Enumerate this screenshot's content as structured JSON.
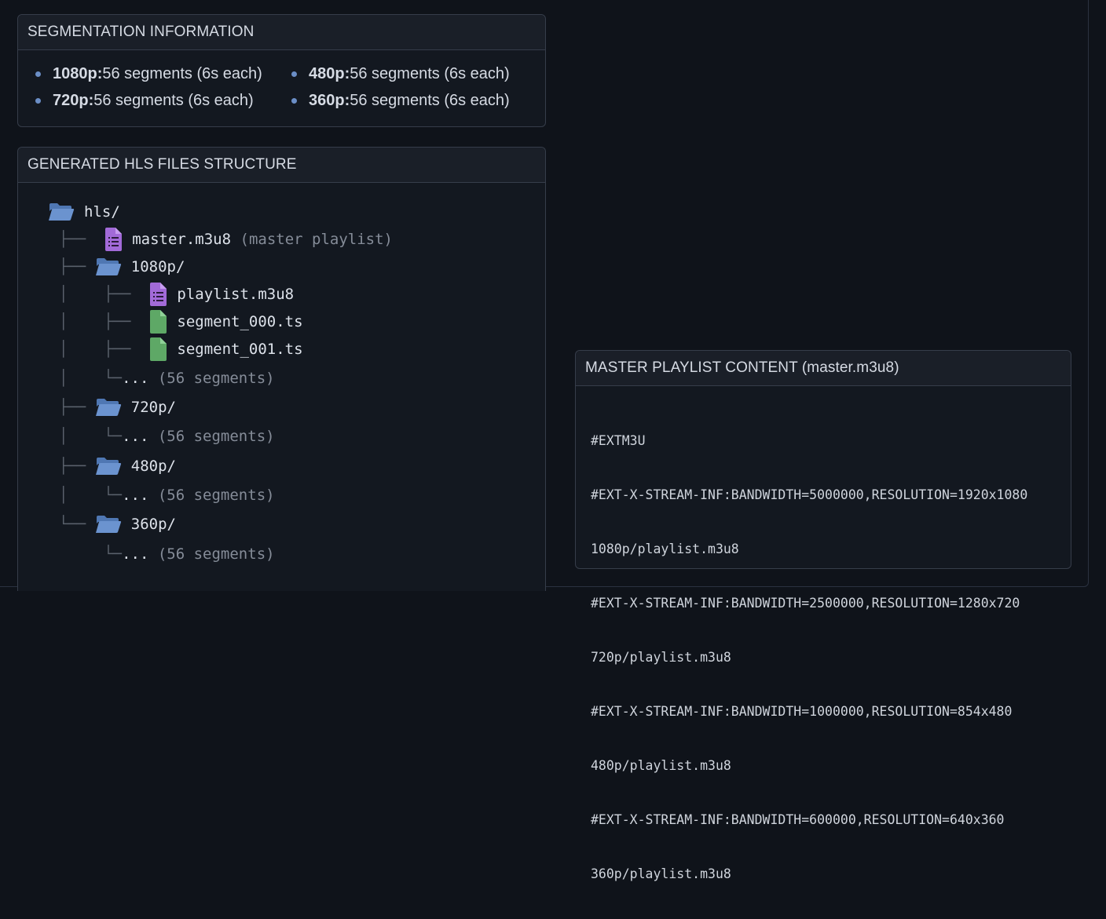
{
  "segmentation": {
    "title": "SEGMENTATION INFORMATION",
    "items": [
      {
        "res": "1080p:",
        "detail": " 56 segments (6s each)"
      },
      {
        "res": "480p:",
        "detail": " 56 segments (6s each)"
      },
      {
        "res": "720p:",
        "detail": " 56 segments (6s each)"
      },
      {
        "res": "360p:",
        "detail": " 56 segments (6s each)"
      }
    ]
  },
  "files": {
    "title": "GENERATED HLS FILES STRUCTURE",
    "root": "hls/",
    "master": {
      "name": "master.m3u8",
      "note": "(master playlist)"
    },
    "folder_1080": "1080p/",
    "playlist": "playlist.m3u8",
    "segment_0": "segment_000.ts",
    "segment_1": "segment_001.ts",
    "ellipsis": "...",
    "segments_note": "(56 segments)",
    "folder_720": "720p/",
    "folder_480": "480p/",
    "folder_360": "360p/"
  },
  "master_playlist": {
    "title": "MASTER PLAYLIST CONTENT (master.m3u8)",
    "lines": [
      "#EXTM3U",
      "#EXT-X-STREAM-INF:BANDWIDTH=5000000,RESOLUTION=1920x1080",
      "1080p/playlist.m3u8",
      "#EXT-X-STREAM-INF:BANDWIDTH=2500000,RESOLUTION=1280x720",
      "720p/playlist.m3u8",
      "#EXT-X-STREAM-INF:BANDWIDTH=1000000,RESOLUTION=854x480",
      "480p/playlist.m3u8",
      "#EXT-X-STREAM-INF:BANDWIDTH=600000,RESOLUTION=640x360",
      "360p/playlist.m3u8"
    ]
  },
  "colors": {
    "folder": "#6b93cf",
    "playlist_file": "#a26ad8",
    "segment_file": "#5ea866",
    "bullet": "#6b8ec6"
  }
}
